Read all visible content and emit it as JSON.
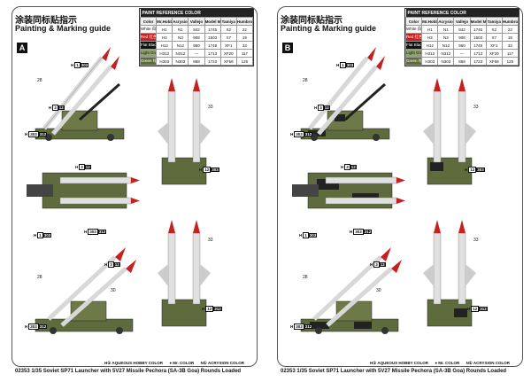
{
  "pages": [
    {
      "variant": "A",
      "title_cn": "涂装同标贴指示",
      "title_en": "Painting & Marking guide"
    },
    {
      "variant": "B",
      "title_cn": "涂装同标贴指示",
      "title_en": "Painting & Marking guide"
    }
  ],
  "reference": {
    "heading": "PAINT REFERENCE COLOR",
    "columns": [
      "Color",
      "Mr.Hobby",
      "Acrysion",
      "Vallejo",
      "Model Master",
      "Tamiya",
      "Humbrol"
    ],
    "rows": [
      {
        "name": "White 白色",
        "hobby": "H1",
        "acry": "N1",
        "vallejo": "842",
        "mm": "1745",
        "tamiya": "X2",
        "humbrol": "22",
        "swatch": "#ffffff",
        "text": "#111111"
      },
      {
        "name": "Red 红色",
        "hobby": "H3",
        "acry": "N3",
        "vallejo": "908",
        "mm": "1503",
        "tamiya": "X7",
        "humbrol": "19",
        "swatch": "#c62020",
        "text": "#ffffff"
      },
      {
        "name": "Flat Black 消光黑",
        "hobby": "H12",
        "acry": "N12",
        "vallejo": "950",
        "mm": "1749",
        "tamiya": "XF1",
        "humbrol": "33",
        "swatch": "#111111",
        "text": "#ffffff"
      },
      {
        "name": "Light Green 浅绿色",
        "hobby": "H312",
        "acry": "N312",
        "vallejo": "—",
        "mm": "1713",
        "tamiya": "XF20",
        "humbrol": "117",
        "swatch": "#8fa36b",
        "text": "#111111"
      },
      {
        "name": "Green 绿色",
        "hobby": "H303",
        "acry": "N303",
        "vallejo": "868",
        "mm": "1723",
        "tamiya": "XF58",
        "humbrol": "125",
        "swatch": "#5e6b3c",
        "text": "#ffffff"
      }
    ]
  },
  "legend": {
    "aqueous": "H① AQUEOUS HOBBY COLOR",
    "mr": "● Mr. COLOR",
    "acrysion": "N① ACRYSION COLOR"
  },
  "footer": "02353 1/35 Soviet SP71 Launcher with 5V27 Missile Pechora (SA-3B Goa) Rounds Loaded",
  "callouts": {
    "c1": {
      "letter": "H",
      "code": "1",
      "dark": "303"
    },
    "c2": {
      "letter": "H",
      "code": "3",
      "dark": "12"
    },
    "c3": {
      "letter": "H",
      "code": "303",
      "dark": "312"
    },
    "c4": {
      "letter": "H",
      "code": "3",
      "dark": "12"
    },
    "c5": {
      "letter": "H",
      "code": "303",
      "dark": "312"
    },
    "c6": {
      "letter": "H",
      "code": "1",
      "dark": "303"
    },
    "c7": {
      "letter": "H",
      "code": "3",
      "dark": "12"
    },
    "c8": {
      "letter": "H",
      "code": "303",
      "dark": "312"
    },
    "c9": {
      "letter": "H",
      "code": "12",
      "dark": "303"
    },
    "c10": {
      "letter": "H",
      "code": "12",
      "dark": "312"
    }
  },
  "numbers": [
    "28",
    "33",
    "30",
    "33",
    "28"
  ]
}
